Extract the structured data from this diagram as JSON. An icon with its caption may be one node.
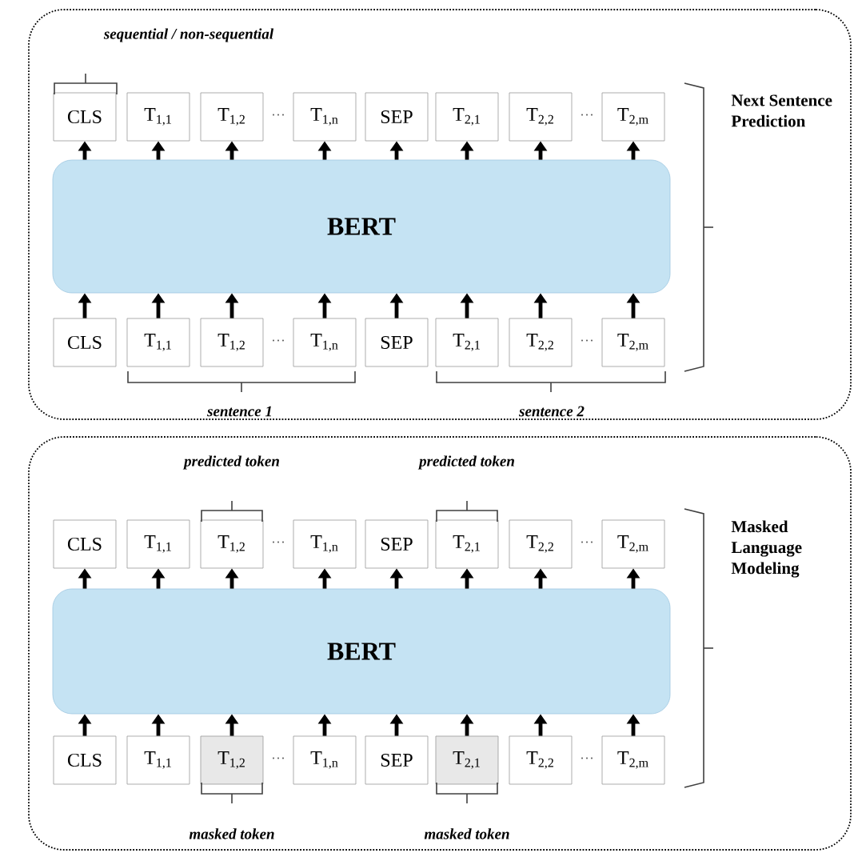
{
  "diagram": {
    "nodes": [
      {
        "text": [
          "Next Sentence Prediction"
        ]
      },
      {
        "text": [
          "CLS"
        ],
        "in": 0
      },
      {
        "text": [
          "T$_{1,1}$"
        ],
        "in": 0
      },
      {
        "text": [
          "T$_{1,2}$"
        ],
        "in": 0
      },
      {
        "text": [
          "T$_{1,n}$"
        ],
        "in": 0
      },
      {
        "text": [
          "SEP"
        ],
        "in": 0
      },
      {
        "text": [
          "T$_{2,1}$"
        ],
        "in": 0
      },
      {
        "text": [
          "T$_{2,2}$"
        ],
        "in": 0
      },
      {
        "text": [
          "T$_{2,m}$"
        ],
        "in": 0
      },
      {
        "text": [
          "BERT"
        ],
        "in": 0
      },
      {
        "text": [
          "CLS"
        ],
        "in": 0
      },
      {
        "text": [
          "T$_{1,1}$"
        ],
        "in": 0
      },
      {
        "text": [
          "T$_{1,2}$"
        ],
        "in": 0
      },
      {
        "text": [
          "T$_{1,n}$"
        ],
        "in": 0
      },
      {
        "text": [
          "SEP"
        ],
        "in": 0
      },
      {
        "text": [
          "T$_{2,1}$"
        ],
        "in": 0
      },
      {
        "text": [
          "T$_{2,2}$"
        ],
        "in": 0
      },
      {
        "text": [
          "T$_{2,m}$"
        ],
        "in": 0
      },
      {
        "text": [
          "Masked Language Modeling"
        ]
      },
      {
        "text": [
          "CLS"
        ],
        "in": 18
      },
      {
        "text": [
          "T$_{1,1}$"
        ],
        "in": 18
      },
      {
        "text": [
          "T$_{1,2}$"
        ],
        "in": 18
      },
      {
        "text": [
          "T$_{1,n}$"
        ],
        "in": 18
      },
      {
        "text": [
          "SEP"
        ],
        "in": 18
      },
      {
        "text": [
          "T$_{2,1}$"
        ],
        "in": 18
      },
      {
        "text": [
          "T$_{2,2}$"
        ],
        "in": 18
      },
      {
        "text": [
          "T$_{2,m}$"
        ],
        "in": 18
      },
      {
        "text": [
          "BERT"
        ],
        "in": 18
      },
      {
        "text": [
          "CLS"
        ],
        "in": 18
      },
      {
        "text": [
          "T$_{1,1}$"
        ],
        "in": 18
      },
      {
        "text": [
          "T$_{1,2}$"
        ],
        "in": 18
      },
      {
        "text": [
          "T$_{1,n}$"
        ],
        "in": 18
      },
      {
        "text": [
          "SEP"
        ],
        "in": 18
      },
      {
        "text": [
          "T$_{2,1}$"
        ],
        "in": 18
      },
      {
        "text": [
          "T$_{2,2}$"
        ],
        "in": 18
      },
      {
        "text": [
          "T$_{2,m}$"
        ],
        "in": 18
      }
    ],
    "edges": [
      {
        "from": 10,
        "to": 9,
        "arrow": "to"
      },
      {
        "from": 11,
        "to": 9,
        "arrow": "to"
      },
      {
        "from": 12,
        "to": 9,
        "arrow": "to"
      },
      {
        "from": 13,
        "to": 9,
        "arrow": "to"
      },
      {
        "from": 14,
        "to": 9,
        "arrow": "to"
      },
      {
        "from": 15,
        "to": 9,
        "arrow": "to"
      },
      {
        "from": 16,
        "to": 9,
        "arrow": "to"
      },
      {
        "from": 17,
        "to": 9,
        "arrow": "to"
      },
      {
        "from": 9,
        "to": 1,
        "arrow": "to"
      },
      {
        "from": 9,
        "to": 2,
        "arrow": "to"
      },
      {
        "from": 9,
        "to": 3,
        "arrow": "to"
      },
      {
        "from": 9,
        "to": 4,
        "arrow": "to"
      },
      {
        "from": 9,
        "to": 5,
        "arrow": "to"
      },
      {
        "from": 9,
        "to": 6,
        "arrow": "to"
      },
      {
        "from": 9,
        "to": 7,
        "arrow": "to"
      },
      {
        "from": 9,
        "to": 8,
        "arrow": "to"
      },
      {
        "from": 28,
        "to": 27,
        "arrow": "to"
      },
      {
        "from": 29,
        "to": 27,
        "arrow": "to"
      },
      {
        "from": 30,
        "to": 27,
        "arrow": "to"
      },
      {
        "from": 31,
        "to": 27,
        "arrow": "to"
      },
      {
        "from": 32,
        "to": 27,
        "arrow": "to"
      },
      {
        "from": 33,
        "to": 27,
        "arrow": "to"
      },
      {
        "from": 34,
        "to": 27,
        "arrow": "to"
      },
      {
        "from": 35,
        "to": 27,
        "arrow": "to"
      },
      {
        "from": 27,
        "to": 19,
        "arrow": "to"
      },
      {
        "from": 27,
        "to": 20,
        "arrow": "to"
      },
      {
        "from": 27,
        "to": 21,
        "arrow": "to"
      },
      {
        "from": 27,
        "to": 22,
        "arrow": "to"
      },
      {
        "from": 27,
        "to": 23,
        "arrow": "to"
      },
      {
        "from": 27,
        "to": 24,
        "arrow": "to"
      },
      {
        "from": 27,
        "to": 25,
        "arrow": "to"
      },
      {
        "from": 27,
        "to": 26,
        "arrow": "to"
      }
    ],
    "labels": [
      "sequential / non-sequential",
      "···",
      "···",
      "···",
      "···",
      "sentence 1",
      "sentence 2",
      "predicted token",
      "predicted token",
      "···",
      "···",
      "···",
      "···",
      "masked token",
      "masked token"
    ]
  }
}
